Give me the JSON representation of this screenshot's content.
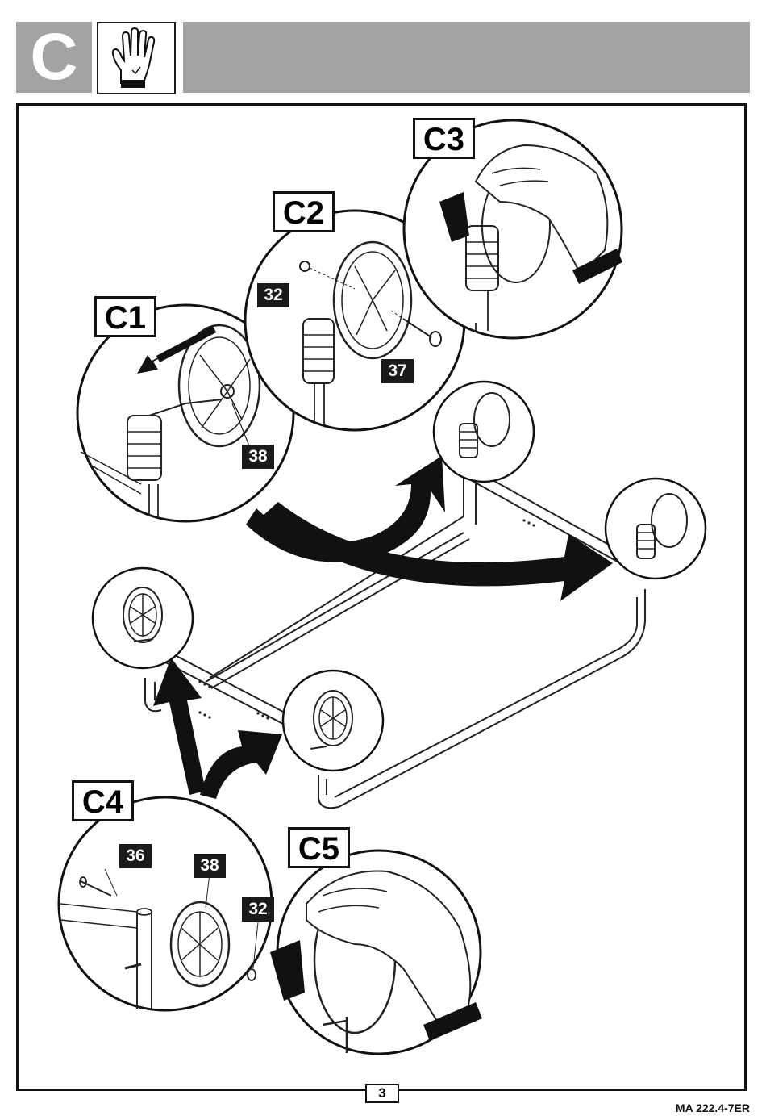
{
  "header": {
    "section_letter": "C",
    "icon": "hand-icon"
  },
  "steps": [
    {
      "label": "C1"
    },
    {
      "label": "C2"
    },
    {
      "label": "C3"
    },
    {
      "label": "C4"
    },
    {
      "label": "C5"
    }
  ],
  "parts": {
    "c1_part": "38",
    "c2_part_a": "32",
    "c2_part_b": "37",
    "c4_part_a": "36",
    "c4_part_b": "38",
    "c4_part_c": "32"
  },
  "footer": {
    "page_number": "3",
    "doc_code": "MA 222.4-7ER"
  }
}
